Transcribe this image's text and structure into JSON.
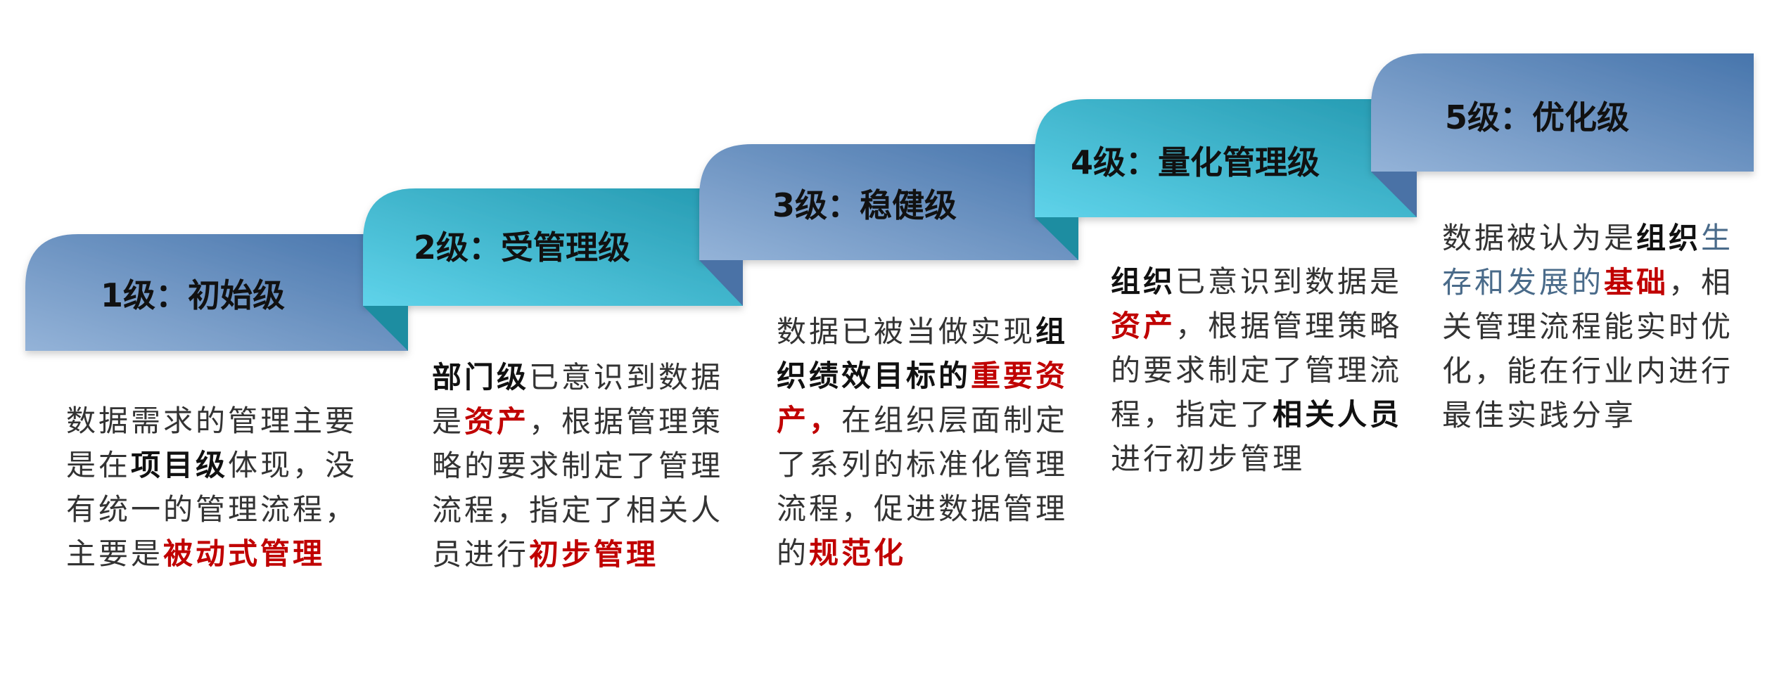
{
  "levels": [
    {
      "title": "1级：初始级",
      "theme": "blue",
      "lines": [
        [
          {
            "t": "数据需求的管理主要",
            "s": ""
          }
        ],
        [
          {
            "t": "是在",
            "s": ""
          },
          {
            "t": "项目级",
            "s": "bold"
          },
          {
            "t": "体现，没",
            "s": ""
          }
        ],
        [
          {
            "t": "有统一的管理流程，",
            "s": ""
          }
        ],
        [
          {
            "t": "主要是",
            "s": ""
          },
          {
            "t": "被动式管理",
            "s": "red"
          }
        ]
      ]
    },
    {
      "title": "2级：受管理级",
      "theme": "teal",
      "lines": [
        [
          {
            "t": "部门级",
            "s": "bold"
          },
          {
            "t": "已意识到数据",
            "s": ""
          }
        ],
        [
          {
            "t": "是",
            "s": ""
          },
          {
            "t": "资产",
            "s": "red"
          },
          {
            "t": "，根据管理策",
            "s": ""
          }
        ],
        [
          {
            "t": "略的要求制定了管理",
            "s": ""
          }
        ],
        [
          {
            "t": "流程，指定了相关人",
            "s": ""
          }
        ],
        [
          {
            "t": "员进行",
            "s": ""
          },
          {
            "t": "初步管理",
            "s": "red"
          }
        ]
      ]
    },
    {
      "title": "3级：稳健级",
      "theme": "blue",
      "lines": [
        [
          {
            "t": "数据已被当做实现",
            "s": ""
          },
          {
            "t": "组",
            "s": "bold"
          }
        ],
        [
          {
            "t": "织绩效目标的",
            "s": "bold"
          },
          {
            "t": "重要资",
            "s": "red"
          }
        ],
        [
          {
            "t": "产，",
            "s": "red"
          },
          {
            "t": "在组织层面制定",
            "s": ""
          }
        ],
        [
          {
            "t": "了系列的标准化管理",
            "s": ""
          }
        ],
        [
          {
            "t": "流程，促进数据管理",
            "s": ""
          }
        ],
        [
          {
            "t": "的",
            "s": ""
          },
          {
            "t": "规范化",
            "s": "red"
          }
        ]
      ]
    },
    {
      "title": "4级：量化管理级",
      "theme": "teal",
      "lines": [
        [
          {
            "t": "组织",
            "s": "bold"
          },
          {
            "t": "已意识到数据是",
            "s": ""
          }
        ],
        [
          {
            "t": "资产",
            "s": "red"
          },
          {
            "t": "，根据管理策略",
            "s": ""
          }
        ],
        [
          {
            "t": "的要求制定了管理流",
            "s": ""
          }
        ],
        [
          {
            "t": "程，指定了",
            "s": ""
          },
          {
            "t": "相关人员",
            "s": "bold"
          }
        ],
        [
          {
            "t": "进行初步管理",
            "s": ""
          }
        ]
      ]
    },
    {
      "title": "5级：优化级",
      "theme": "blue",
      "lines": [
        [
          {
            "t": "数据被认为是",
            "s": ""
          },
          {
            "t": "组织",
            "s": "bold"
          },
          {
            "t": "生",
            "s": "blue"
          }
        ],
        [
          {
            "t": "存和发展的",
            "s": "blue"
          },
          {
            "t": "基础",
            "s": "red"
          },
          {
            "t": "，相",
            "s": ""
          }
        ],
        [
          {
            "t": "关管理流程能实时优",
            "s": ""
          }
        ],
        [
          {
            "t": "化，能在行业内进行",
            "s": ""
          }
        ],
        [
          {
            "t": "最佳实践分享",
            "s": ""
          }
        ]
      ]
    }
  ],
  "colors": {
    "blue_light": "#94b3d8",
    "blue_dark": "#4775ac",
    "blue_fold": "#4a72a6",
    "teal_light": "#5fd3ea",
    "teal_dark": "#2499b0",
    "teal_fold": "#1d8da1",
    "red": "#c00000"
  }
}
